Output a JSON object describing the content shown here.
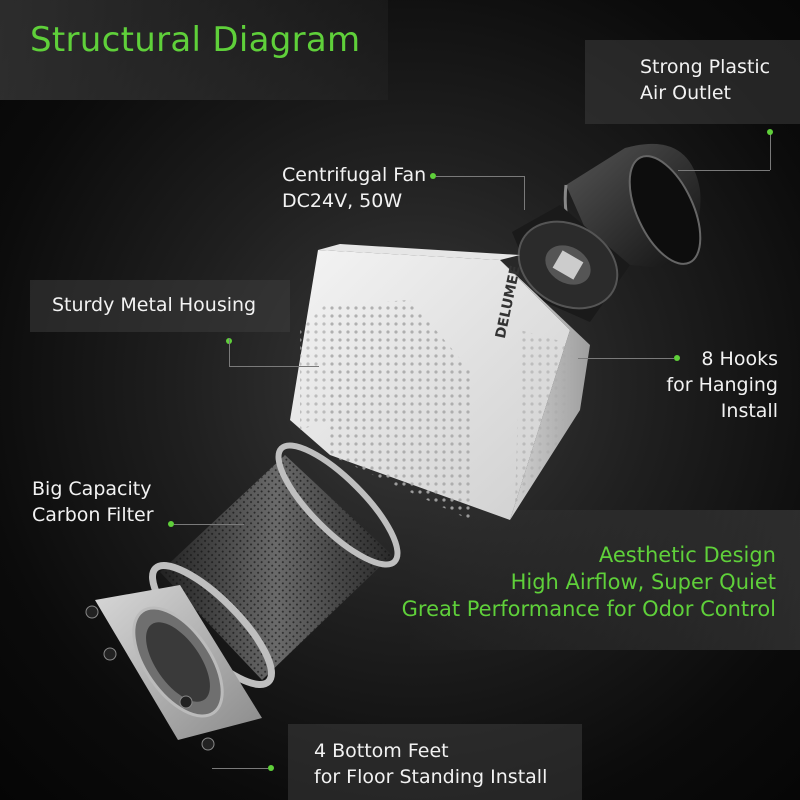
{
  "title": "Structural Diagram",
  "brand": "DELUMEE",
  "labels": {
    "outlet": [
      "Strong Plastic",
      "Air Outlet"
    ],
    "fan": [
      "Centrifugal Fan",
      "DC24V, 50W"
    ],
    "housing": [
      "Sturdy Metal Housing"
    ],
    "hooks": [
      "8 Hooks",
      "for Hanging Install"
    ],
    "filter": [
      "Big Capacity",
      "Carbon Filter"
    ],
    "feet": [
      "4 Bottom Feet",
      "for Floor Standing Install"
    ]
  },
  "features": [
    "Aesthetic Design",
    "High Airflow, Super Quiet",
    "Great Performance for Odor Control"
  ],
  "colors": {
    "accent": "#5fd03a",
    "background": "#0b0b0b",
    "panel": "#3c3c3c"
  }
}
